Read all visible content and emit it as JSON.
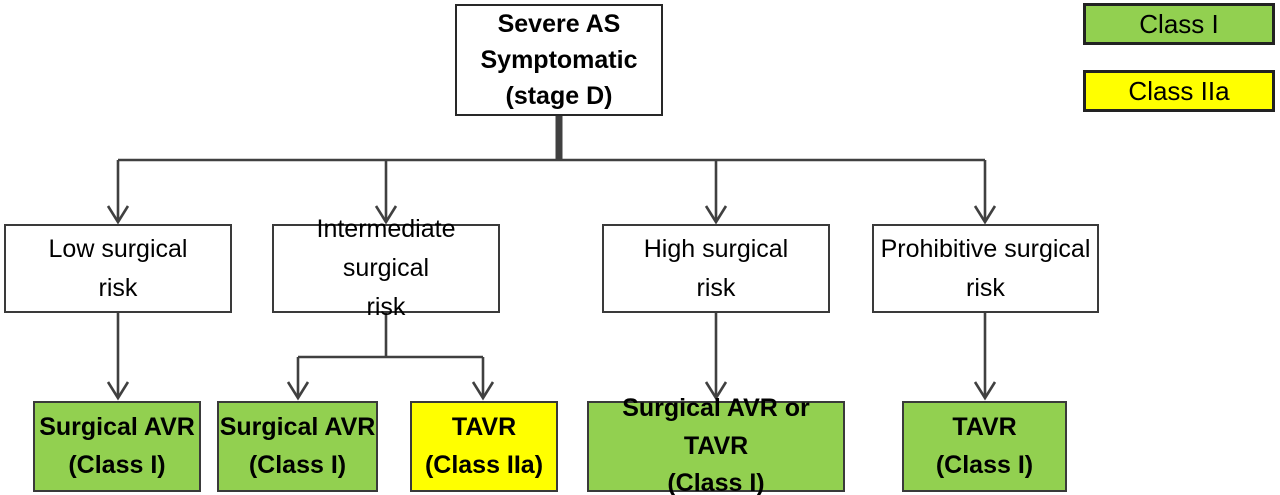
{
  "colors": {
    "class_i_green": "#92D050",
    "class_iia_yellow": "#FFFF00",
    "line_gray": "#404040",
    "border_dark": "#3A3A3A",
    "background": "#FFFFFF",
    "text": "#000000"
  },
  "legend": {
    "class_i_label": "Class I",
    "class_iia_label": "Class IIa"
  },
  "nodes": {
    "root": {
      "label": "Severe AS\nSymptomatic\n(stage D)"
    },
    "low_risk": {
      "label": "Low surgical\nrisk"
    },
    "intermediate_risk": {
      "label": "Intermediate surgical\nrisk"
    },
    "high_risk": {
      "label": "High surgical\nrisk"
    },
    "prohibitive_risk": {
      "label": "Prohibitive surgical\nrisk"
    },
    "low_outcome": {
      "label": "Surgical AVR\n(Class I)",
      "recommendation_class": "Class I"
    },
    "intermediate_outcome_savr": {
      "label": "Surgical AVR\n(Class I)",
      "recommendation_class": "Class I"
    },
    "intermediate_outcome_tavr": {
      "label": "TAVR\n(Class IIa)",
      "recommendation_class": "Class IIa"
    },
    "high_outcome": {
      "label": "Surgical AVR or TAVR\n(Class I)",
      "recommendation_class": "Class I"
    },
    "prohibitive_outcome": {
      "label": "TAVR\n(Class I)",
      "recommendation_class": "Class I"
    }
  }
}
